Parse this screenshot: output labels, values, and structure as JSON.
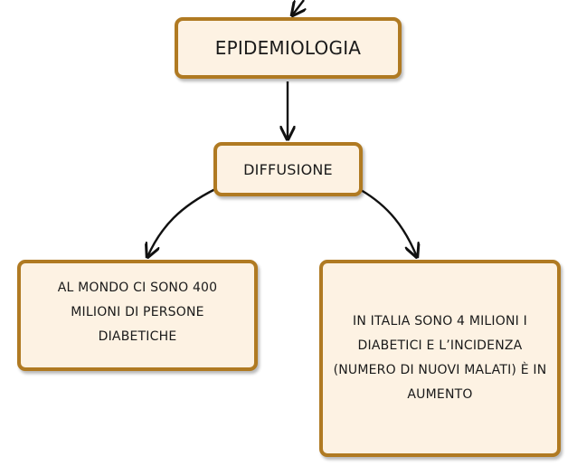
{
  "diagram": {
    "type": "concept-map",
    "nodes": {
      "epidemiologia": "EPIDEMIOLOGIA",
      "diffusione": "DIFFUSIONE",
      "mondo": "AL MONDO CI SONO 400 MILIONI DI PERSONE DIABETICHE",
      "italia": "IN ITALIA SONO 4 MILIONI I DIABETICI E L’INCIDENZA (NUMERO DI NUOVI MALATI) È IN AUMENTO"
    },
    "edges": [
      {
        "from": "(offscreen)",
        "to": "epidemiologia"
      },
      {
        "from": "epidemiologia",
        "to": "diffusione"
      },
      {
        "from": "diffusione",
        "to": "mondo"
      },
      {
        "from": "diffusione",
        "to": "italia"
      }
    ],
    "colors": {
      "node_fill": "#fdf2e3",
      "node_border": "#b07a22",
      "edge": "#111111",
      "text": "#1a1a1a"
    }
  }
}
